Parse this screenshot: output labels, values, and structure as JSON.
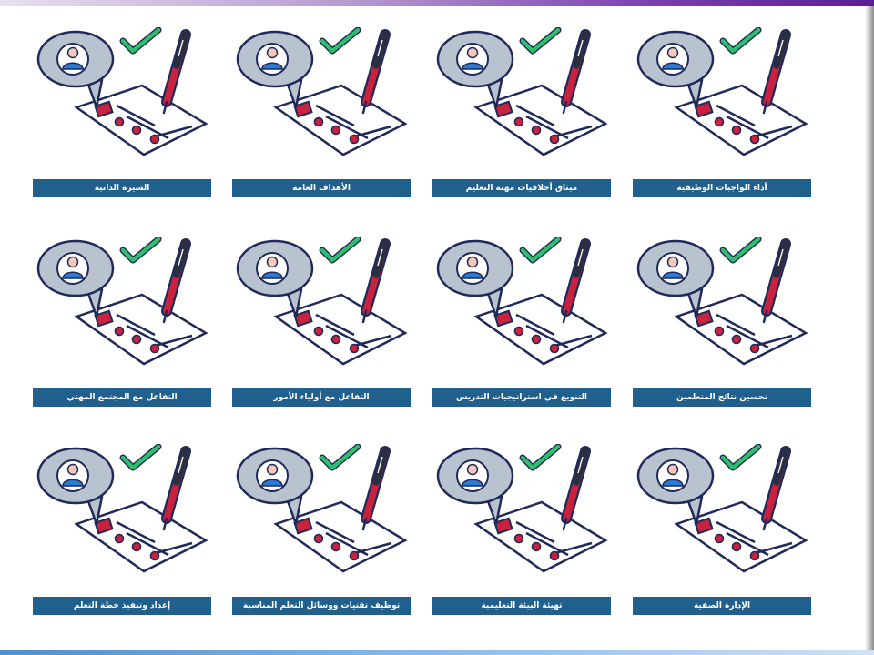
{
  "cards": [
    {
      "label": "أداء الواجبات الوظيفية"
    },
    {
      "label": "ميثاق أخلاقيات مهنة التعليم"
    },
    {
      "label": "الأهداف العامة"
    },
    {
      "label": "السيرة الذاتية"
    },
    {
      "label": "تحسين نتائج المتعلمين"
    },
    {
      "label": "التنويع في استراتيجيات التدريس"
    },
    {
      "label": "التفاعل مع أولياء الأمور"
    },
    {
      "label": "التفاعل مع المجتمع المهني"
    },
    {
      "label": "الإدارة الصفية"
    },
    {
      "label": "تهيئة البيئة التعليمية"
    },
    {
      "label": "توظيف تقنيات ووسائل التعلم المناسبة"
    },
    {
      "label": "إعداد وتنفيذ خطة التعلم"
    }
  ],
  "icons": {
    "illustration": "checklist-evaluation-icon",
    "check": "checkmark-icon",
    "pen": "pen-icon",
    "user": "user-avatar-icon"
  },
  "colors": {
    "label_bg": "#215f8c",
    "label_text": "#ffffff",
    "check_green": "#2fc06a",
    "accent_red": "#c8223e",
    "outline_navy": "#1f2a5a"
  }
}
